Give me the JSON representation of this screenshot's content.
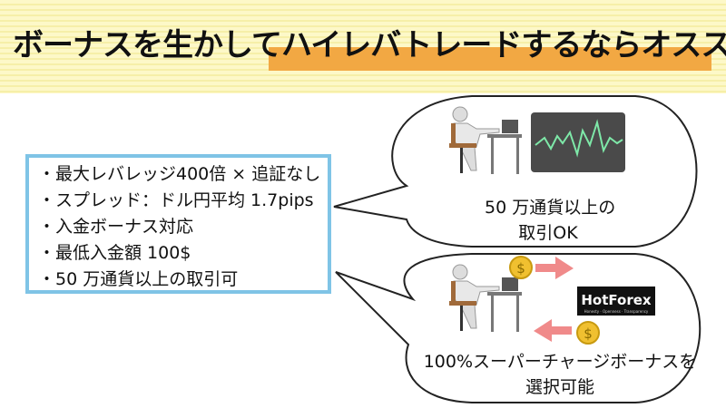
{
  "header": {
    "title": "ボーナスを生かしてハイレバトレードするならオススメ"
  },
  "specs": {
    "items": [
      "・最大レバレッジ400倍 × 追証なし",
      "・スプレッド：ドル円平均 1.7pips",
      "・入金ボーナス対応",
      "・最低入金額 100$",
      "・50 万通貨以上の取引可"
    ]
  },
  "bubble_top": {
    "line1": "50 万通貨以上の",
    "line2": "取引OK"
  },
  "bubble_bottom": {
    "logo_text": "HotForex",
    "logo_tagline": "Honesty · Openness · Transparency",
    "coin_symbol": "$",
    "line1": "100%スーパーチャージボーナスを",
    "line2": "選択可能"
  },
  "colors": {
    "title_highlight": "#f2a843",
    "box_border": "#7fc4e6",
    "arrow": "#f08a8a",
    "coin": "#f0c030",
    "chart_screen": "#4a4a4a",
    "chart_line": "#7ee8a8"
  }
}
